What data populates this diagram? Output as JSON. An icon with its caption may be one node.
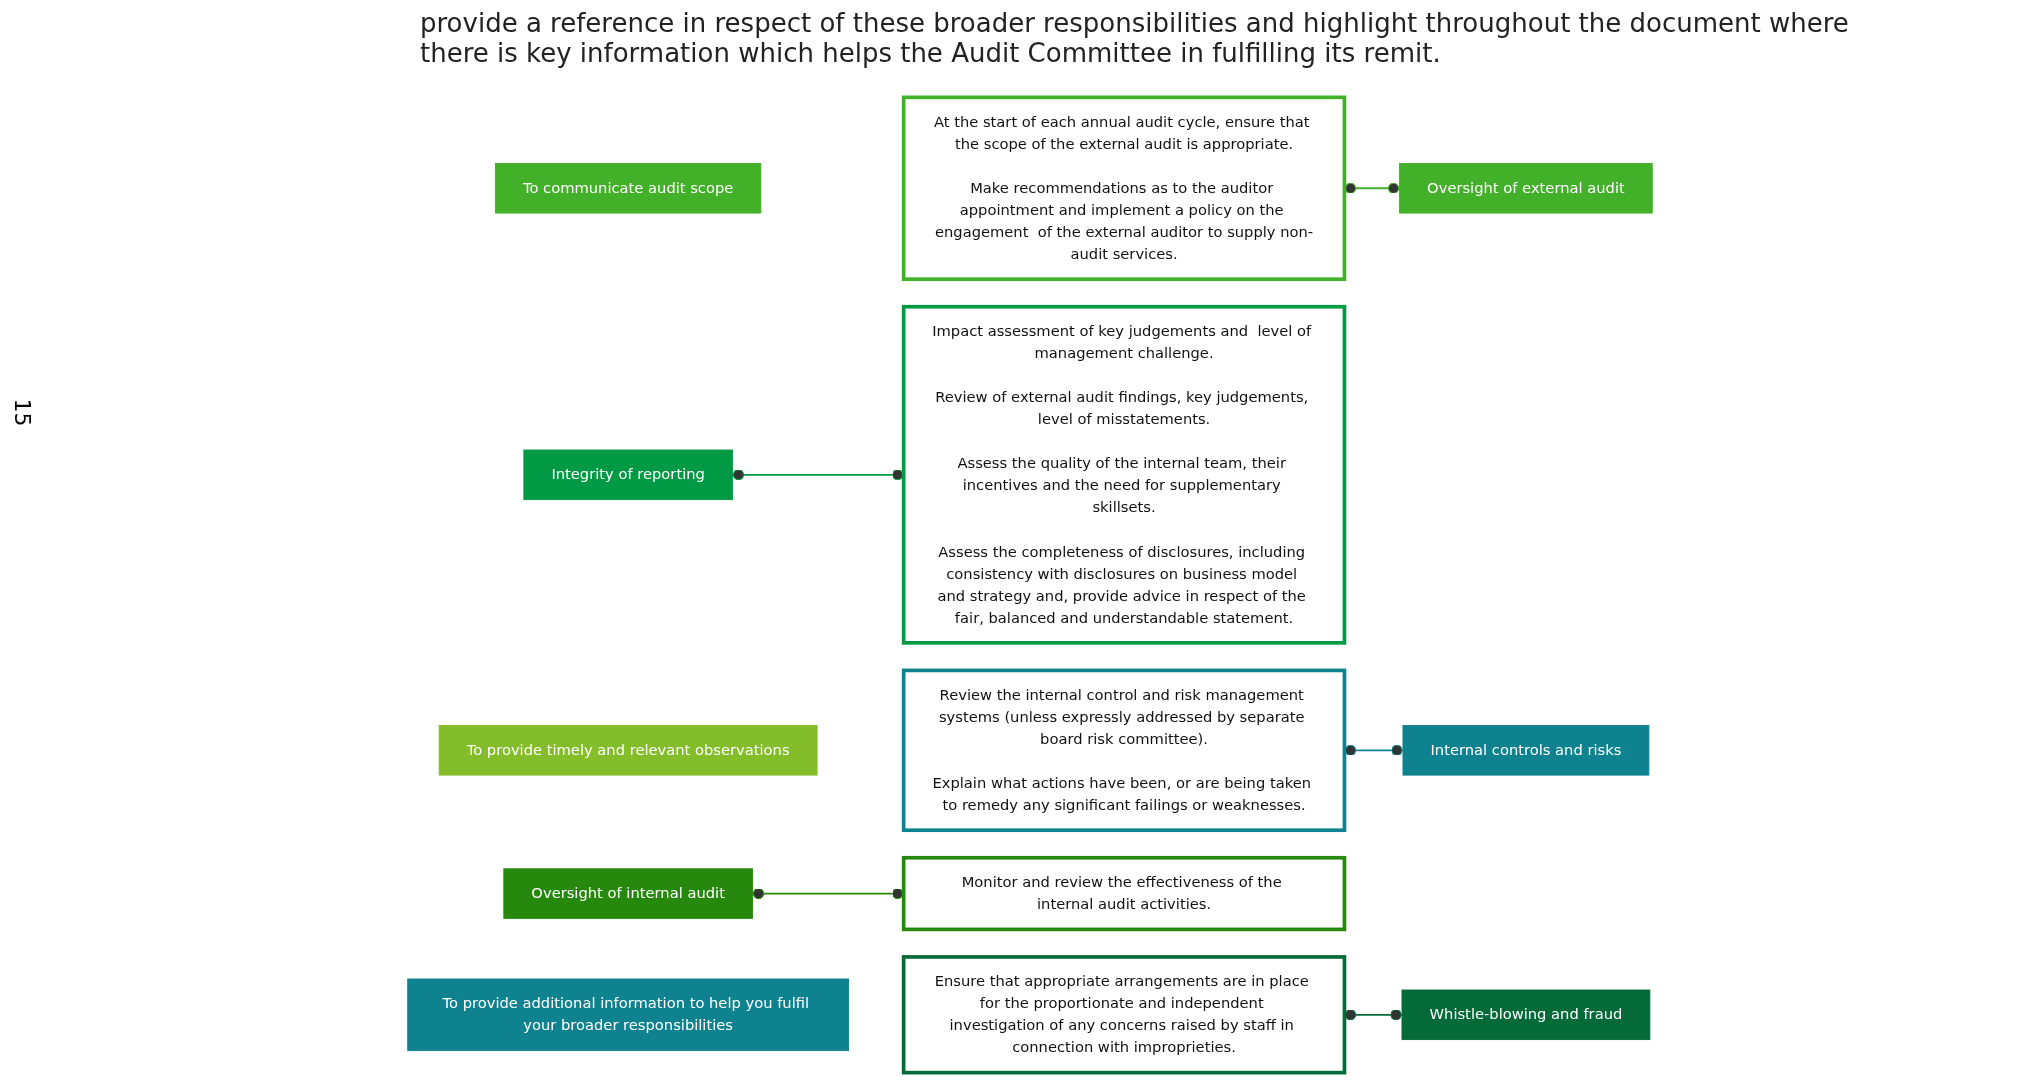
{
  "diagram": {
    "nodes": [
      {
        "text": [
          "To communicate audit scope"
        ]
      },
      {
        "text": [
          "To provide timely and relevant observations"
        ]
      },
      {
        "text": [
          "To provide additional information to help you fulfil your broader responsibilities"
        ]
      },
      {
        "text": [
          "At the start of each annual audit cycle, ensure that the scope of the external audit is appropriate.",
          "Make recommendations as to the auditor appointment and implement a policy on the engagement  of the external auditor to supply non-audit services."
        ]
      },
      {
        "text": [
          "Oversight of external audit"
        ]
      },
      {
        "text": [
          "Integrity of reporting"
        ]
      },
      {
        "text": [
          "Impact assessment of key judgements and  level of management challenge.",
          "Review of external audit findings, key judgements, level of misstatements.",
          "Assess the quality of the internal team, their incentives and the need for supplementary skillsets.",
          "Assess the completeness of disclosures, including consistency with disclosures on business model and strategy and, provide advice in respect of the fair, balanced and understandable statement."
        ]
      },
      {
        "text": [
          "Internal controls and risks"
        ]
      },
      {
        "text": [
          "Review the internal control and risk management systems (unless expressly addressed by separate board risk committee).",
          "Explain what actions have been, or are being taken to remedy any significant failings or weaknesses."
        ]
      },
      {
        "text": [
          "Oversight of internal audit"
        ]
      },
      {
        "text": [
          "Monitor and review the effectiveness of the internal audit activities."
        ]
      },
      {
        "text": [
          "Whistle-blowing and fraud"
        ]
      },
      {
        "text": [
          "Ensure that appropriate arrangements are in place for the proportionate and independent investigation of any concerns raised by staff in connection with improprieties."
        ]
      }
    ],
    "edges": [
      {
        "from": 3,
        "to": 4,
        "arrow": "other",
        "color": "#43b02a"
      },
      {
        "from": 5,
        "to": 6,
        "arrow": "other",
        "color": "#009a44"
      },
      {
        "from": 8,
        "to": 7,
        "arrow": "other",
        "color": "#0f8290"
      },
      {
        "from": 9,
        "to": 10,
        "arrow": "other",
        "color": "#26890d"
      },
      {
        "from": 12,
        "to": 11,
        "arrow": "other",
        "color": "#046a38"
      }
    ],
    "labels": [
      "provide a reference in respect of these broader responsibilities and highlight throughout the document where there is key information which helps the Audit Committee in fulfilling its remit.",
      "15"
    ]
  }
}
